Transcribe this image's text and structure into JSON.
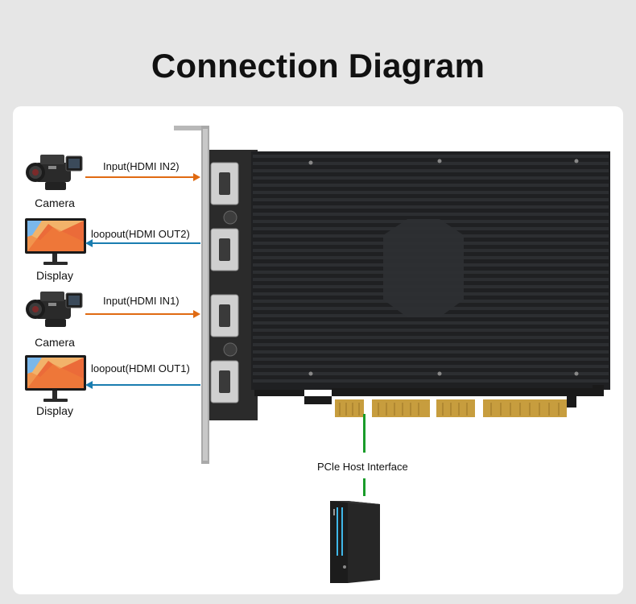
{
  "title": "Connection Diagram",
  "colors": {
    "input_arrow": "#e06a12",
    "output_arrow": "#1a7db0",
    "pcie_line": "#1a9c2a",
    "panel_background": "#ffffff",
    "page_background": "#e6e6e6"
  },
  "connections": [
    {
      "device": "Camera",
      "device_icon": "video-camera-icon",
      "label": "Input(HDMI IN2)",
      "direction": "to-card"
    },
    {
      "device": "Display",
      "device_icon": "monitor-icon",
      "label": "loopout(HDMI OUT2)",
      "direction": "from-card"
    },
    {
      "device": "Camera",
      "device_icon": "video-camera-icon",
      "label": "Input(HDMI IN1)",
      "direction": "to-card"
    },
    {
      "device": "Display",
      "device_icon": "monitor-icon",
      "label": "loopout(HDMI OUT1)",
      "direction": "from-card"
    }
  ],
  "card": {
    "icon": "pcie-capture-card-icon"
  },
  "host": {
    "label": "PCle Host Interface",
    "icon": "pc-tower-icon"
  }
}
